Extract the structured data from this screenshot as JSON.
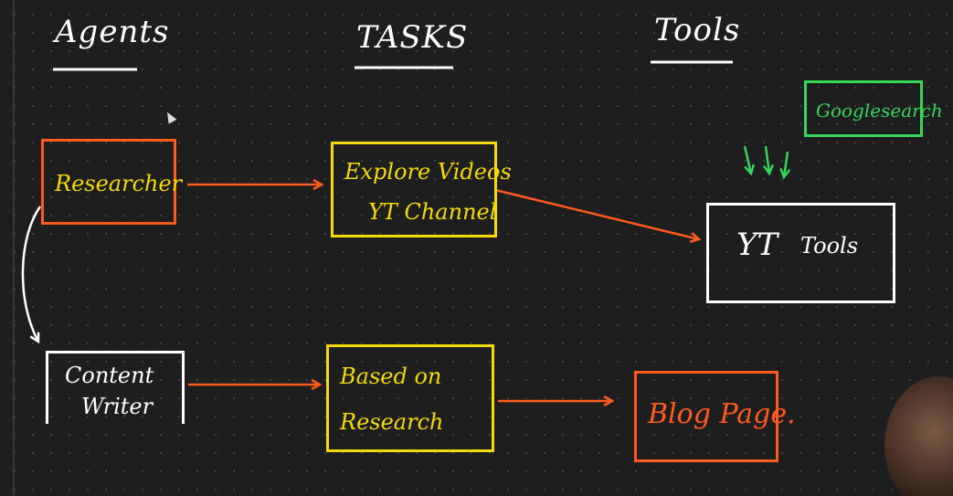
{
  "headers": {
    "agents": "Agents",
    "tasks": "TASKS",
    "tools": "Tools"
  },
  "agents": {
    "researcher": "Researcher",
    "content_writer_line1": "Content",
    "content_writer_line2": "Writer"
  },
  "tasks": {
    "explore_line1": "Explore Videos",
    "explore_line2": "YT Channel",
    "based_line1": "Based on",
    "based_line2": "Research"
  },
  "tools": {
    "google_search": "Googlesearch",
    "yt_tools_prefix": "YT",
    "yt_tools_suffix": "Tools",
    "blog_page": "Blog Page."
  },
  "colors": {
    "background": "#1e1e1e",
    "agent_box": "#ff5a1f",
    "task_box": "#f5d90a",
    "tool_box": "#ffffff",
    "search_box": "#35d659",
    "arrow": "#ff5a1f"
  }
}
